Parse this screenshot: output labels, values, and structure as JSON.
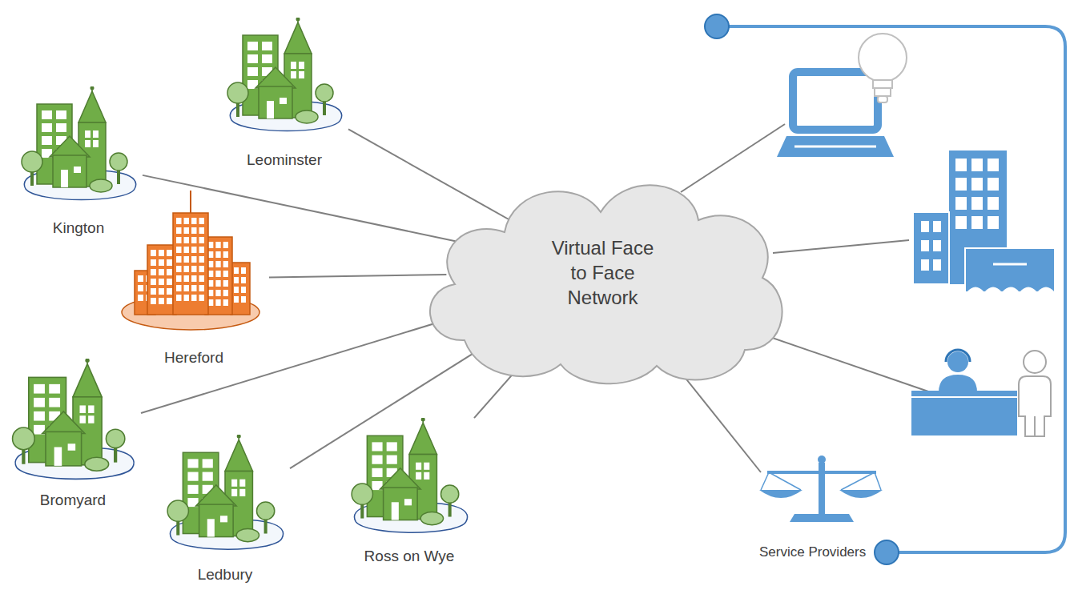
{
  "diagram": {
    "nodes": [
      {
        "text": [
          "Leominster"
        ]
      },
      {
        "text": [
          "Kington"
        ]
      },
      {
        "text": [
          "Hereford"
        ]
      },
      {
        "text": [
          "Virtual Face to Face Network"
        ]
      },
      {
        "text": [
          "Bromyard"
        ]
      },
      {
        "text": [
          "Ledbury"
        ]
      },
      {
        "text": [
          "Ross on Wye"
        ]
      }
    ],
    "edges": [
      {
        "from": 0,
        "to": 3,
        "arrow": "none"
      },
      {
        "from": 1,
        "to": 3,
        "arrow": "none"
      },
      {
        "from": 2,
        "to": 3,
        "arrow": "none"
      },
      {
        "from": 4,
        "to": 3,
        "arrow": "none"
      },
      {
        "from": 5,
        "to": 3,
        "arrow": "none"
      },
      {
        "from": 6,
        "to": 3,
        "arrow": "none"
      }
    ],
    "labels": [
      "Service Providers"
    ]
  }
}
